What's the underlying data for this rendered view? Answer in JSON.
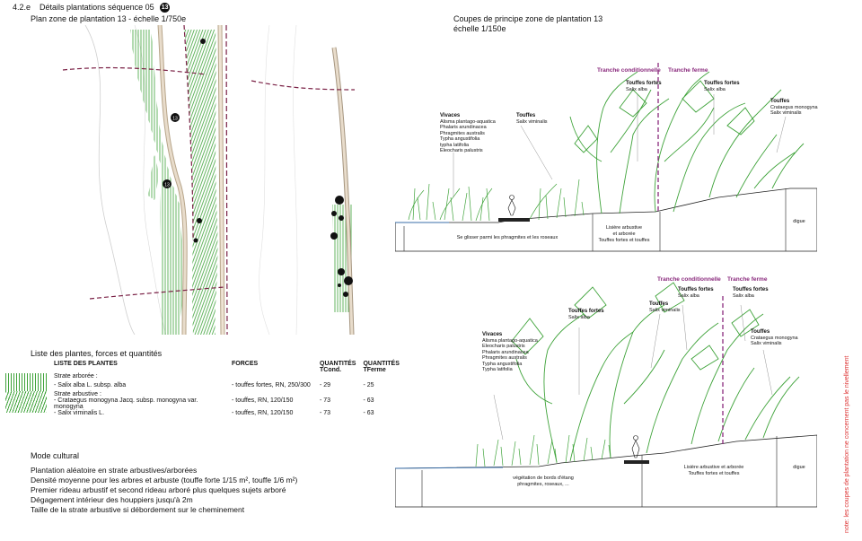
{
  "header": {
    "section": "4.2.e",
    "title": "Détails plantations séquence 05",
    "badge": "13"
  },
  "plan": {
    "title": "Plan zone de plantation 13 - échelle 1/750e",
    "marker_label": "13"
  },
  "coupe": {
    "title_line1": "Coupes de principe zone de plantation 13",
    "title_line2": "échelle 1/150e"
  },
  "section1": {
    "tranche_cond": "Tranche conditionnelle",
    "tranche_ferme": "Tranche ferme",
    "vivaces_title": "Vivaces",
    "vivaces_list": [
      "Alisma plantago-aquatica",
      "Phalaris arundinacea",
      "Phragmites australis",
      "Typha angustifolia",
      "typha latifolia",
      "Eleocharis palustris"
    ],
    "touffes_title": "Touffes",
    "touffes_sub": "Salix viminalis",
    "touffes_fortes1_title": "Touffes fortes",
    "touffes_fortes1_sub": "Salix alba",
    "touffes_fortes2_title": "Touffes fortes",
    "touffes_fortes2_sub": "Salix alba",
    "touffes2_title": "Touffes",
    "touffes2_sub1": "Crataegus monogyna",
    "touffes2_sub2": "Salix viminalis",
    "ground1": "Se glisser parmi les phragmites et les roseaux",
    "ground2_line1": "Lisière arbustive",
    "ground2_line2": "et arborée",
    "ground2_line3": "Touffes fortes et touffes",
    "ground3": "digue"
  },
  "section2": {
    "tranche_cond": "Tranche conditionnelle",
    "tranche_ferme": "Tranche ferme",
    "vivaces_title": "Vivaces",
    "vivaces_list": [
      "Alisma plantago-aquatica",
      "Eleocharis palustris",
      "Phalaris arundinacea",
      "Phragmites australis",
      "Typha angustifolia",
      "Typha latifolia"
    ],
    "touffes_fortes1_title": "Touffes fortes",
    "touffes_fortes1_sub": "Salix alba",
    "touffes_title": "Touffes",
    "touffes_sub": "Salix viminalis",
    "touffes_fortes2_title": "Touffes fortes",
    "touffes_fortes2_sub": "Salix alba",
    "touffes_fortes3_title": "Touffes fortes",
    "touffes_fortes3_sub": "Salix alba",
    "touffes2_title": "Touffes",
    "touffes2_sub1": "Crataegus monogyna",
    "touffes2_sub2": "Salix viminalis",
    "ground1_line1": "végétation de bords d'étang",
    "ground1_line2": "phragmites, roseaux, ...",
    "ground2_line1": "Lisière arbustive et arborée",
    "ground2_line2": "Touffes fortes et touffes",
    "ground3": "digue"
  },
  "plants": {
    "list_title": "Liste des plantes, forces et quantités",
    "headers": {
      "plants": "LISTE DES PLANTES",
      "forces": "FORCES",
      "qcond_1": "QUANTITÉS",
      "qcond_2": "TCond.",
      "qferme_1": "QUANTITÉS",
      "qferme_2": "TFerme"
    },
    "group1": "Strate arborée :",
    "row1": {
      "name": "- Salix alba L. subsp. alba",
      "force": "- touffes fortes, RN, 250/300",
      "qc": "- 29",
      "qf": "- 25"
    },
    "group2": "Strate arbustive :",
    "row2": {
      "name": "- Crataegus monogyna Jacq. subsp. monogyna var. monogyna",
      "force": "- touffes, RN, 120/150",
      "qc": "- 73",
      "qf": "- 63"
    },
    "row3": {
      "name": "- Salix viminalis L.",
      "force": "- touffes, RN, 120/150",
      "qc": "- 73",
      "qf": "- 63"
    }
  },
  "mode": {
    "title": "Mode cultural",
    "line1": "Plantation aléatoire en strate arbustives/arborées",
    "line2": "Densité moyenne pour les arbres et arbuste (touffe forte 1/15 m², touffe 1/6 m²)",
    "line3": "Premier rideau arbustif et second rideau arboré plus quelques sujets arboré",
    "line4": "Dégagement intérieur des houppiers jusqu'à 2m",
    "line5": "Taille de la strate arbustive si débordement sur le cheminement"
  },
  "note": "note: les coupes de plantation ne concernent pas le nivellement",
  "colors": {
    "green": "#3fa33a",
    "purple": "#8a2a7d",
    "plum": "#7a2045",
    "red_note": "#dd3333"
  }
}
